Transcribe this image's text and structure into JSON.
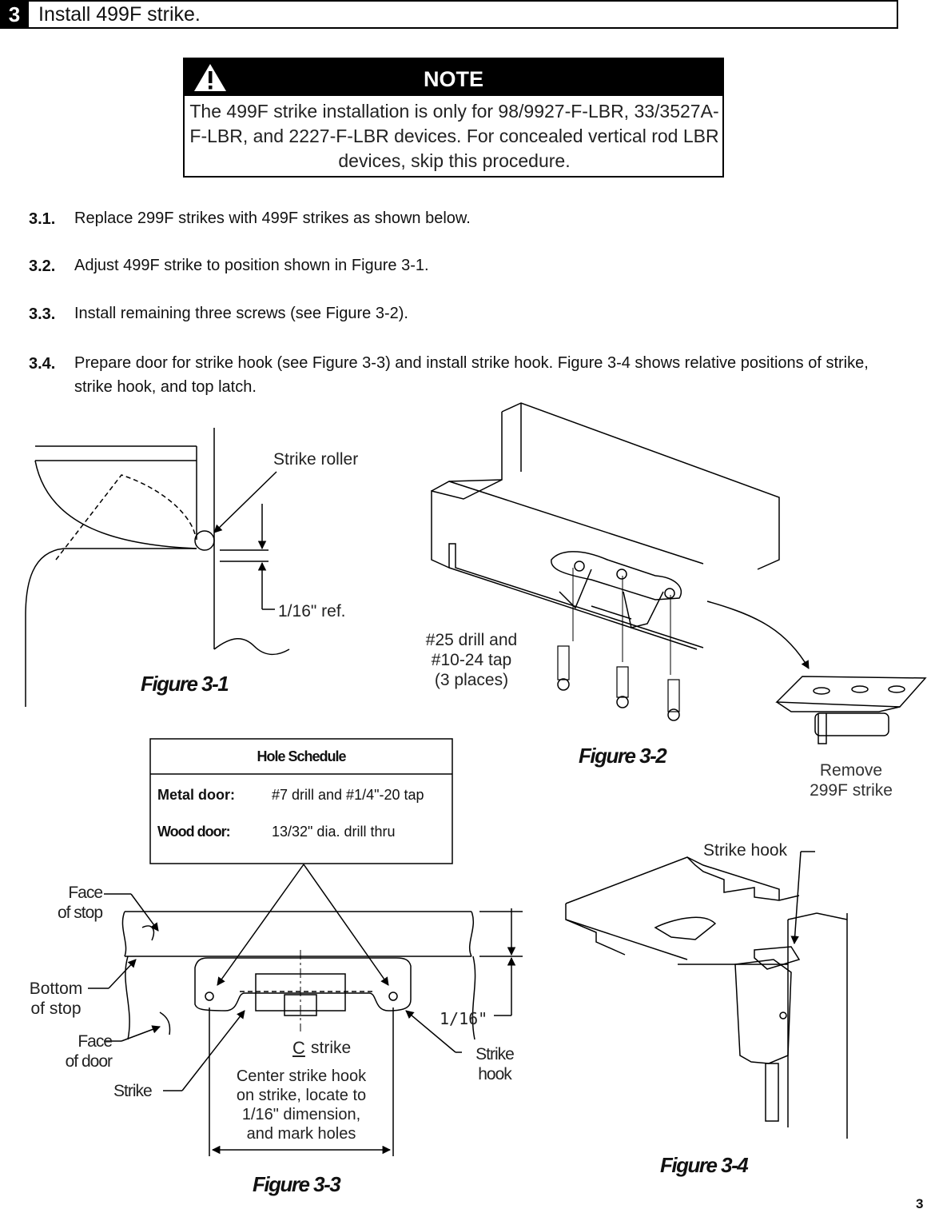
{
  "header": {
    "step_number": "3",
    "title": "Install 499F strike."
  },
  "note": {
    "title": "NOTE",
    "body": "The 499F strike installation is only for 98/9927-F-LBR, 33/3527A-F-LBR, and 2227-F-LBR devices. For concealed vertical rod LBR devices, skip this procedure."
  },
  "steps": [
    {
      "number": "3.1.",
      "text": "Replace 299F strikes with 499F strikes as shown below."
    },
    {
      "number": "3.2.",
      "text": "Adjust 499F strike to position shown in Figure 3-1."
    },
    {
      "number": "3.3.",
      "text": "Install remaining three screws (see Figure 3-2)."
    },
    {
      "number": "3.4.",
      "text": "Prepare door for strike hook (see Figure 3-3) and install strike hook. Figure 3-4 shows relative positions of strike, strike hook, and top latch."
    }
  ],
  "figure1": {
    "caption": "Figure 3-1",
    "roller_label": "Strike roller",
    "dim_label": "1/16\"  ref."
  },
  "figure2": {
    "caption": "Figure 3-2",
    "drill_label_1": "#25 drill and",
    "drill_label_2": "#10-24 tap",
    "drill_label_3": "(3 places)",
    "remove_label_1": "Remove",
    "remove_label_2": "299F strike"
  },
  "figure3": {
    "caption": "Figure 3-3",
    "schedule_title": "Hole Schedule",
    "schedule_rows": [
      {
        "label": "Metal door:",
        "value": "#7 drill and #1/4\"-20 tap"
      },
      {
        "label": "Wood door:",
        "value": "13/32\"  dia. drill thru"
      }
    ],
    "face_of_stop_1": "Face",
    "face_of_stop_2": "of stop",
    "bottom_of_stop_1": "Bottom",
    "bottom_of_stop_2": "of stop",
    "face_of_door_1": "Face",
    "face_of_door_2": "of door",
    "strike_label": "Strike",
    "center_strike": "strike",
    "center_symbol": "C",
    "instruction_1": "Center strike hook",
    "instruction_2": "on strike, locate to",
    "instruction_3": "1/16\" dimension,",
    "instruction_4": "and mark holes",
    "strike_hook_1": "Strike",
    "strike_hook_2": "hook",
    "dim_label": "1/16\""
  },
  "figure4": {
    "caption": "Figure 3-4",
    "hook_label": "Strike hook"
  },
  "page_number": "3"
}
